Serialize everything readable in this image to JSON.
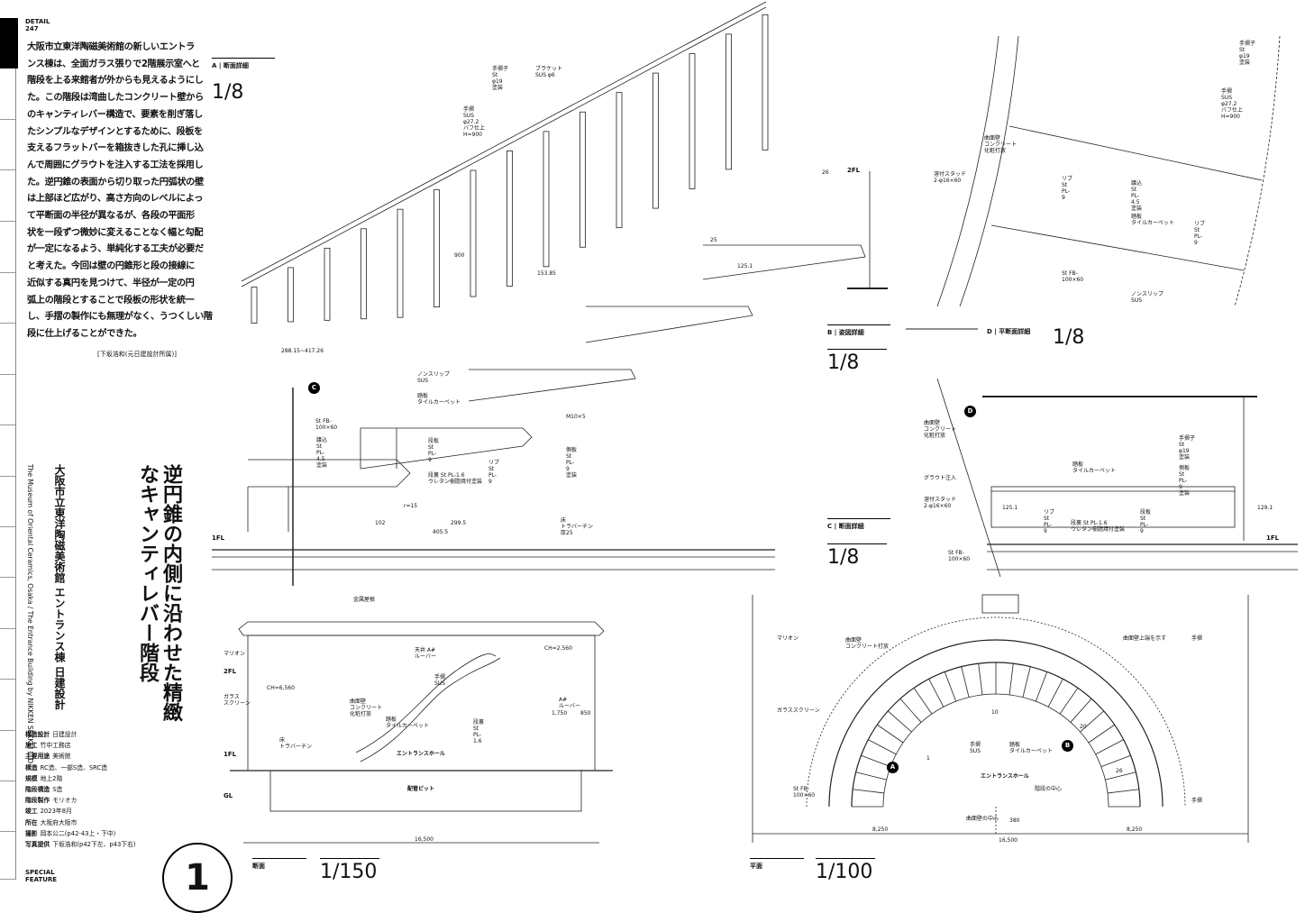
{
  "header": {
    "section": "DETAIL",
    "page": "247"
  },
  "body_lines": [
    "大阪市立東洋陶磁美術館の新しいエントラ",
    "ンス棟は、全面ガラス張りで2階展示室へと",
    "階段を上る来館者が外からも見えるようにし",
    "た。この階段は湾曲したコンクリート壁から",
    "のキャンティレバー構造で、要素を削ぎ落し",
    "たシンプルなデザインとするために、段板を",
    "支えるフラットバーを箱抜きした孔に挿し込",
    "んで周囲にグラウトを注入する工法を採用し",
    "た。逆円錐の表面から切り取った円弧状の壁",
    "は上部ほど広がり、高さ方向のレベルによっ",
    "て平断面の半径が異なるが、各段の平面形",
    "状を一段ずつ微妙に変えることなく幅と勾配",
    "が一定になるよう、単純化する工夫が必要だ",
    "と考えた。今回は壁の円錐形と段の接線に",
    "近似する真円を見つけて、半径が一定の円",
    "弧上の階段とすることで段板の形状を統一",
    "し、手摺の製作にも無理がなく、うつくしい階",
    "段に仕上げることができた。"
  ],
  "signature": "[下坂浩和(元日建設計所属)]",
  "title": "逆円錐の内側に沿わせた精緻なキャンティレバー階段",
  "subtitle_ja": "大阪市立東洋陶磁美術館 エントランス棟 日建設計",
  "subtitle_en": "The Museum of Oriental Ceramics, Osaka / The Entrance Building by NIKKEN SEKKEI LTD",
  "credits": [
    [
      "構造設計",
      "日建設計"
    ],
    [
      "施工",
      "竹中工務店"
    ],
    [
      "主要用途",
      "美術館"
    ],
    [
      "構造",
      "RC造、一部S造、SRC造"
    ],
    [
      "規模",
      "地上2階"
    ],
    [
      "階段構造",
      "S造"
    ],
    [
      "階段製作",
      "モリオカ"
    ],
    [
      "竣工",
      "2023年8月"
    ],
    [
      "所在",
      "大阪府大阪市"
    ],
    [
      "撮影",
      "岡本公二(p42-43上・下中)"
    ],
    [
      "写真提供",
      "下坂浩和(p42下左、p43下右)"
    ]
  ],
  "footer": {
    "special": "SPECIAL",
    "feature": "FEATURE",
    "number": "1"
  },
  "drawings": {
    "A": {
      "caption": "A | 断面詳細",
      "scale": "1/8"
    },
    "B": {
      "caption": "B | 姿図詳細",
      "scale": "1/8"
    },
    "C": {
      "caption": "C | 断面詳細",
      "scale": "1/8"
    },
    "D": {
      "caption": "D | 平断面詳細",
      "scale": "1/8"
    },
    "section": {
      "caption": "断面",
      "scale": "1/150"
    },
    "plan": {
      "caption": "平面",
      "scale": "1/100"
    }
  },
  "markers": [
    "A",
    "B",
    "C",
    "D"
  ],
  "labels": [
    "手摺子 St φ19 塗装",
    "ブラケット SUS φ6",
    "手摺 SUS φ27.2 バフ仕上 H=900",
    "26",
    "2FL",
    "25",
    "900",
    "153.85",
    "125.1",
    "288.15~417.26",
    "ノンスリップ SUS",
    "踏板 タイルカーペット",
    "St FB-100×60",
    "段板 St PL-9",
    "議込 St PL-4.5 塗装",
    "リブ St PL-9",
    "段裏 St PL-1.6 ウレタン樹脂焼付塗装",
    "M10×5",
    "側板 St PL-9 塗装",
    "r=15",
    "102",
    "299.5",
    "405.5",
    "床 トラバーチン 厚25",
    "1FL",
    "曲面壁 コンクリート 化粧打放",
    "溶付スタッド 2-φ16×60",
    "リブ St PL-9",
    "St FB-100×60",
    "手摺子 St φ19 塗装",
    "手摺 SUS φ27.2 バフ仕上 H=900",
    "議込 St PL-4.5 塗装",
    "踏板 タイルカーペット",
    "リブ St PL-9",
    "ノンスリップ SUS",
    "曲面壁 コンクリート 化粧打放",
    "グラウト注入",
    "溶付スタッド 2-φ16×60",
    "St FB-100×60",
    "踏板 タイルカーペット",
    "リブ St PL-9",
    "段裏 St PL-1.6 ウレタン樹脂焼付塗装",
    "段板 St PL-9",
    "手摺子 St φ19 塗装",
    "側板 St PL-9 塗装",
    "1FL",
    "125.1",
    "129.1",
    "金属屋根",
    "マリオン",
    "2FL",
    "ガラス スクリーン",
    "1FL",
    "GL",
    "天井 A#ルーバー",
    "手摺 SUS",
    "踏板 タイルカーペット",
    "曲面壁 コンクリート 化粧打放",
    "段裏 St PL-1.6",
    "床 トラバーチン",
    "エントランスホール",
    "A#ルーバー",
    "配管ピット",
    "16,500",
    "CH=6,560",
    "CH=2,560",
    "1,750",
    "850",
    "マリオン",
    "曲面壁 コンクリート打放",
    "曲面壁上端を示す",
    "手摺",
    "ガラススクリーン",
    "踏板 タイルカーペット",
    "手摺 SUS",
    "St FB-100×60",
    "エントランスホール",
    "階段の中心",
    "曲面壁の中心",
    "380",
    "8,250",
    "8,250",
    "16,500",
    "手摺",
    "10",
    "20",
    "1",
    "26"
  ]
}
